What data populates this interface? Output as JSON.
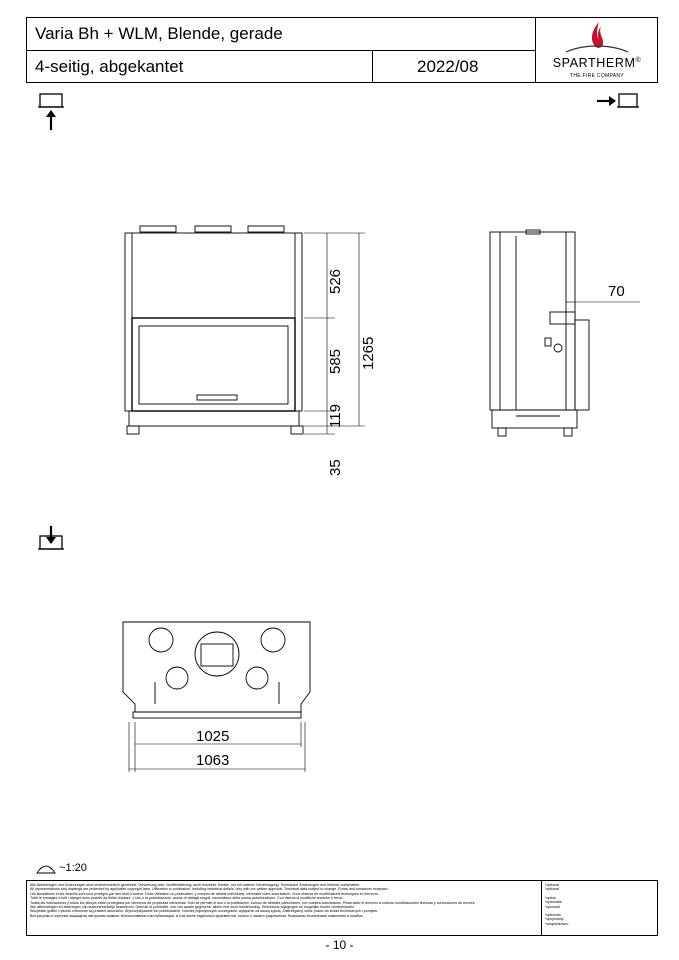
{
  "header": {
    "title": "Varia Bh + WLM, Blende, gerade",
    "subtitle": "4-seitig, abgekantet",
    "date": "2022/08",
    "brand": "SPARTHERM",
    "brand_mark": "®",
    "brand_tagline": "THE FIRE COMPANY"
  },
  "dimensions": {
    "top_height": "526",
    "window_height": "585",
    "total_height": "1265",
    "bottom_gap": "119",
    "foot_height": "35",
    "side_depth": "70",
    "inner_width": "1025",
    "outer_width": "1063"
  },
  "scale": "~1:20",
  "footer": {
    "legal": [
      "Alle Abbildungen und Zeichnungen sind urheberrechtlich geschützt. Verwertung oder Veröffentlichung, auch einzelner Details, nur mit unserer Genehmigung. Technische Änderungen und Irrtümer vorbehalten.",
      "All representations and drawings are protected by applicable copyright laws. Utilisation or publication, including individual details, only with our written approval. Technical data subject to change. Errors and omissions excepted.",
      "Les illustrations et les dessins sont tous protégés par des droit d'auteur. Toute utilisation ou publication, y compris de détails individuels, nécessite notre autorisation. Sous réserve de modifications techniques et d'erreurs.",
      "Tutte le immagini e tutti i disegni sono protetti da diritto d'autore. L'uso o la pubblicazione, anche di dettagli singoli, necessitano della nostra autorizzazione. Con riserva di modifiche tecniche e errori.",
      "Todas las ilustraciones y todos los dibujos están protegidos por derechos de propiedad intelectual. Solo se permite el uso o la publicación, incluso de detalles particulares, con nuestra autorización. Reservado el derecho a realizar modificaciones técnicas y correcciones de errores.",
      "Alle afbeeldingen en tekeningen zijn auteursrechtelijk beschermd. Gebruik of publicatie, ook van aparte gegevens, alleen met onze toestemming. Technische wijzigingen en mogelijke fouten voorbehouden.",
      "Wszystkie grafiki i rysunki chronione są prawem autorskim. Wykorzystywanie lub publikowanie, również pojedynczych szczegółów, wyłącznie za naszą zgodą. Zastrzegamy sobie prawo do zmian technicznych i pomyłek.",
      "Все рисунки и чертежи защищены авторским правом. Использование или публикация, в том числе отдельных фрагментов, только с нашего разрешения. Возможны технические изменения и ошибки."
    ],
    "side": [
      "*optional",
      "*optional",
      "*option",
      "*opzionale",
      "*opcional",
      "*optionele",
      "*opcjonalny",
      "*опционально"
    ]
  },
  "page_number": "- 10 -"
}
